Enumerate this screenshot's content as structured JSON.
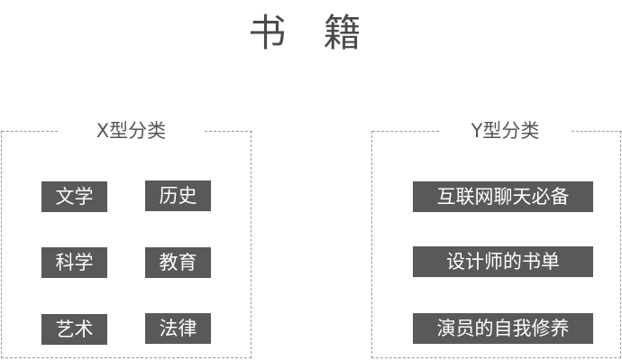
{
  "title": "书 籍",
  "panel_x": {
    "label": "X型分类",
    "items": [
      "文学",
      "历史",
      "科学",
      "教育",
      "艺术",
      "法律"
    ]
  },
  "panel_y": {
    "label": "Y型分类",
    "items": [
      "互联网聊天必备",
      "设计师的书单",
      "演员的自我修养"
    ]
  }
}
